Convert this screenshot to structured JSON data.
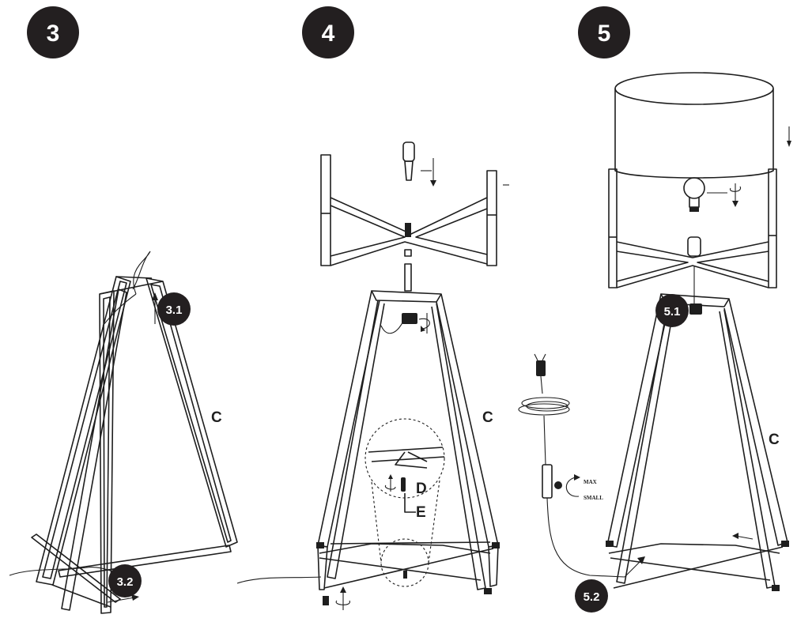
{
  "steps": [
    {
      "number": "3",
      "badges": [
        "3.1",
        "3.2"
      ],
      "part_label": "C"
    },
    {
      "number": "4",
      "part_label": "C",
      "detail_labels": [
        "D",
        "E"
      ]
    },
    {
      "number": "5",
      "badges": [
        "5.1",
        "5.2"
      ],
      "part_label": "C",
      "switch_labels": [
        "MAX",
        "SMALL"
      ]
    }
  ],
  "colors": {
    "badge": "#231f20",
    "line": "#1e1e1e",
    "background": "#ffffff"
  }
}
